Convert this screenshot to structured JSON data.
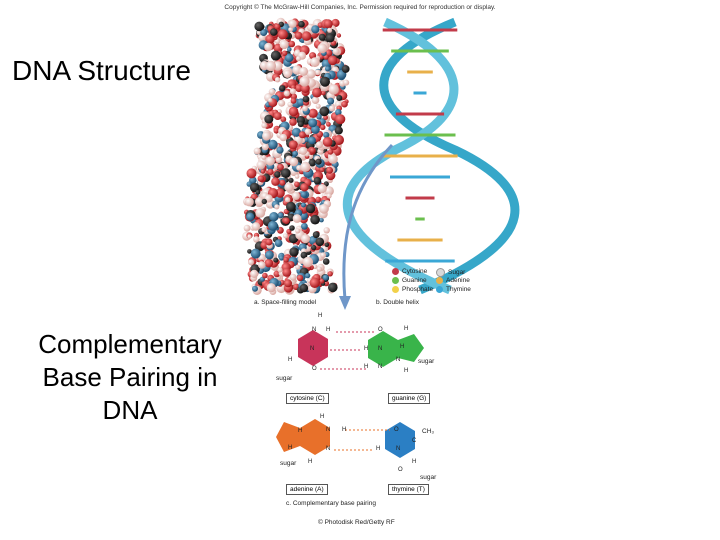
{
  "copyright": "Copyright © The McGraw-Hill Companies, Inc. Permission required for reproduction or display.",
  "titles": {
    "dna_structure": "DNA Structure",
    "pairing_line1": "Complementary",
    "pairing_line2": "Base Pairing in",
    "pairing_line3": "DNA"
  },
  "panels": {
    "a": "a. Space-filling model",
    "b": "b. Double helix",
    "c": "c. Complementary base pairing"
  },
  "legend": [
    {
      "letter": "C",
      "label": "Cytosine",
      "color": "#c23b4a"
    },
    {
      "letter": "G",
      "label": "Guanine",
      "color": "#6bbf4e"
    },
    {
      "letter": "",
      "label": "Phosphate",
      "color": "#f2d14a"
    },
    {
      "letter": "S",
      "label": "Sugar",
      "color": "#d9d9d9"
    },
    {
      "letter": "A",
      "label": "Adenine",
      "color": "#e8b04a"
    },
    {
      "letter": "T",
      "label": "Thymine",
      "color": "#3aa7d6"
    }
  ],
  "pairs": {
    "cytosine": "cytosine (C)",
    "guanine": "guanine (G)",
    "adenine": "adenine (A)",
    "thymine": "thymine (T)",
    "sugar": "sugar",
    "ch3": "CH₃"
  },
  "atoms": {
    "H": "H",
    "N": "N",
    "O": "O",
    "C": "C"
  },
  "credit": "© Photodisk Red/Getty RF",
  "colors": {
    "cytosine": "#c8345a",
    "guanine": "#39b44a",
    "adenine": "#e8702a",
    "thymine": "#2b7fc4",
    "helix": "#36a7c9"
  }
}
